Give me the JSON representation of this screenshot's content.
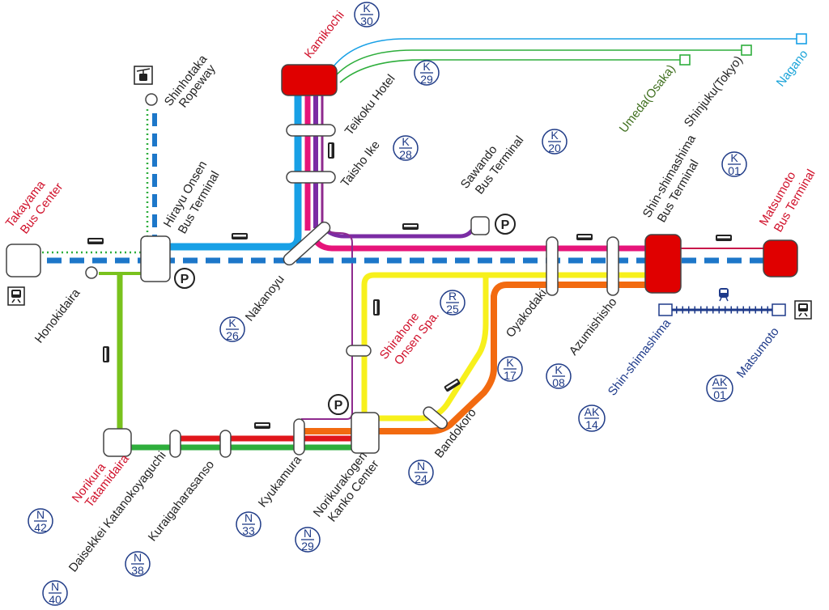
{
  "colors": {
    "blue_line": "#1d77c9",
    "sky_line": "#18a0e6",
    "magenta_line": "#e6147a",
    "purple_line": "#7b2ca4",
    "violet_line": "#8e2a8e",
    "yellow_line": "#f7f01c",
    "orange_line": "#f26a10",
    "green_line": "#79c21d",
    "dark_green_line": "#2eae3c",
    "red_line": "#e0161b",
    "hub_red": "#e00000",
    "label_red": "#d0102a",
    "badge_blue": "#1f3b87"
  },
  "icons": {
    "ropeway": "ropeway-icon",
    "bus": "bus-icon",
    "train": "train-icon",
    "parking": "parking-icon"
  },
  "parking_letter": "P",
  "stations": {
    "kamikochi": {
      "name": "Kamikochi",
      "code": [
        "K",
        "30"
      ]
    },
    "teikoku": {
      "name": "Teikoku Hotel",
      "code": [
        "K",
        "29"
      ]
    },
    "taisho": {
      "name": "Taisho Ike",
      "code": [
        "K",
        "28"
      ]
    },
    "sawando": {
      "name1": "Sawando",
      "name2": "Bus Terminal",
      "code": [
        "K",
        "20"
      ]
    },
    "shin_bus": {
      "name1": "Shin-shimashima",
      "name2": "Bus Terminal",
      "code": [
        "K",
        "01"
      ]
    },
    "matsumoto_bus": {
      "name1": "Matsumoto",
      "name2": "Bus Terminal"
    },
    "takayama": {
      "name1": "Takayama",
      "name2": "Bus Center"
    },
    "shinhotaka": {
      "name1": "Shinhotaka",
      "name2": "Ropeway"
    },
    "hirayu": {
      "name1": "Hirayu Onsen",
      "name2": "Bus Terminal"
    },
    "honokidaira": {
      "name": "Honokidaira"
    },
    "nakanoyu": {
      "name": "Nakanoyu",
      "code": [
        "K",
        "26"
      ]
    },
    "shirahone": {
      "name1": "Shirahone",
      "name2": "Onsen Spa.",
      "code": [
        "R",
        "25"
      ]
    },
    "oyakodaki": {
      "name": "Oyakodaki",
      "code": [
        "K",
        "17"
      ]
    },
    "azumishisho": {
      "name": "Azumishisho",
      "code": [
        "K",
        "08"
      ]
    },
    "shin_rail": {
      "name": "Shin-shimashima",
      "code": [
        "AK",
        "14"
      ]
    },
    "matsumoto_rail": {
      "name": "Matsumoto",
      "code": [
        "AK",
        "01"
      ]
    },
    "bandokoro": {
      "name": "Bandokoro",
      "code": [
        "N",
        "24"
      ]
    },
    "norikura_kanko": {
      "name1": "Norikurakogen",
      "name2": "Kanko Center",
      "code": [
        "N",
        "29"
      ]
    },
    "kyukamura": {
      "name": "Kyukamura",
      "code": [
        "N",
        "33"
      ]
    },
    "kuraigahara": {
      "name": "Kuraigaharasanso",
      "code": [
        "N",
        "38"
      ]
    },
    "daisekkei": {
      "name": "Daisekkei Katanokoyaguchi",
      "code": [
        "N",
        "40"
      ]
    },
    "tatamidaira": {
      "name1": "Norikura",
      "name2": "Tatamidaira",
      "code": [
        "N",
        "42"
      ]
    }
  },
  "destinations": {
    "umeda": "Umeda(Osaka)",
    "shinjuku": "Shinjuku(Tokyo)",
    "nagano": "Nagano"
  }
}
